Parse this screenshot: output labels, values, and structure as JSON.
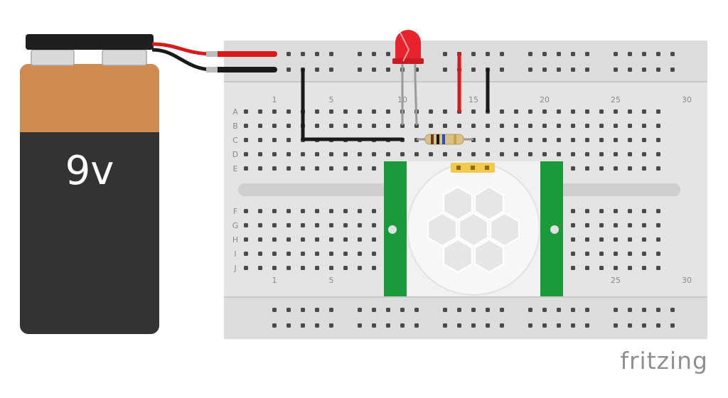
{
  "battery": {
    "label": "9v"
  },
  "breadboard": {
    "column_numbers_top": [
      "1",
      "5",
      "10",
      "15",
      "20",
      "25",
      "30"
    ],
    "column_numbers_bottom": [
      "1",
      "5",
      "25",
      "30"
    ],
    "row_letters_top": [
      "A",
      "B",
      "C",
      "D",
      "E"
    ],
    "row_letters_bottom": [
      "F",
      "G",
      "H",
      "I",
      "J"
    ]
  },
  "branding": {
    "text": "fritzing"
  },
  "colors": {
    "battery_top": "#d18a4f",
    "battery_body": "#333333",
    "wire_red": "#d81a1a",
    "wire_black": "#1a1a1a",
    "led": "#e8232b",
    "pir_board": "#1a9a3a",
    "breadboard": "#e4e4e4"
  }
}
